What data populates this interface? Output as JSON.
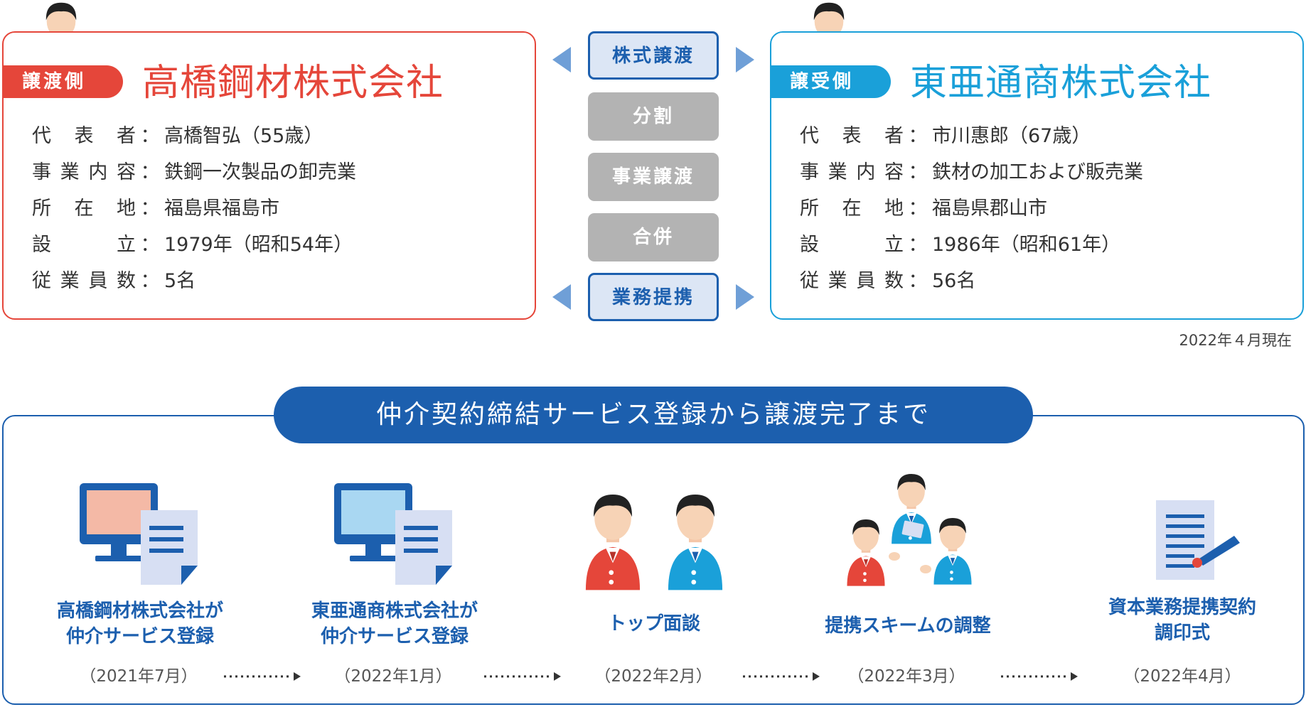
{
  "transferor": {
    "role": "譲渡側",
    "name": "高橋鋼材株式会社",
    "rows": [
      {
        "label": "代表者",
        "value": "高橋智弘（55歳）"
      },
      {
        "label": "事業内容",
        "value": "鉄鋼一次製品の卸売業"
      },
      {
        "label": "所在地",
        "value": "福島県福島市"
      },
      {
        "label": "設立",
        "value": "1979年（昭和54年）"
      },
      {
        "label": "従業員数",
        "value": "5名"
      }
    ]
  },
  "transferee": {
    "role": "譲受側",
    "name": "東亜通商株式会社",
    "rows": [
      {
        "label": "代表者",
        "value": "市川惠郎（67歳）"
      },
      {
        "label": "事業内容",
        "value": "鉄材の加工および販売業"
      },
      {
        "label": "所在地",
        "value": "福島県郡山市"
      },
      {
        "label": "設立",
        "value": "1986年（昭和61年）"
      },
      {
        "label": "従業員数",
        "value": "56名"
      }
    ]
  },
  "separator": "：",
  "methods": [
    {
      "label": "株式譲渡",
      "active": true
    },
    {
      "label": "分割",
      "active": false
    },
    {
      "label": "事業譲渡",
      "active": false
    },
    {
      "label": "合併",
      "active": false
    },
    {
      "label": "業務提携",
      "active": true
    }
  ],
  "as_of": "2022年４月現在",
  "timeline": {
    "title": "仲介契約締結サービス登録から譲渡完了まで",
    "steps": [
      {
        "label": "高橋鋼材株式会社が\n仲介サービス登録",
        "date": "（2021年7月）",
        "icon": "computer-document-icon"
      },
      {
        "label": "東亜通商株式会社が\n仲介サービス登録",
        "date": "（2022年1月）",
        "icon": "computer-document-icon"
      },
      {
        "label": "トップ面談",
        "date": "（2022年2月）",
        "icon": "two-people-icon"
      },
      {
        "label": "提携スキームの調整",
        "date": "（2022年3月）",
        "icon": "meeting-icon"
      },
      {
        "label": "資本業務提携契約\n調印式",
        "date": "（2022年4月）",
        "icon": "contract-signing-icon"
      }
    ]
  },
  "colors": {
    "red": "#e5463a",
    "cyan": "#1aa0d9",
    "navy": "#1c5fae",
    "gray": "#b3b3b3"
  }
}
